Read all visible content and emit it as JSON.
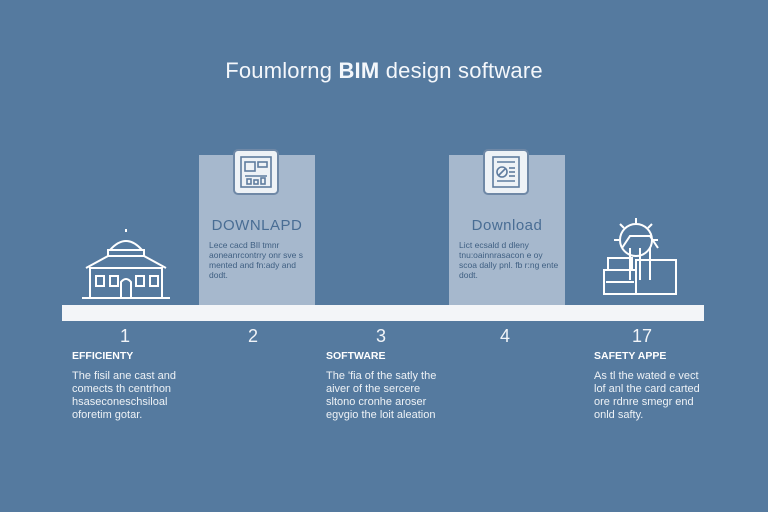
{
  "title": {
    "prefix": "Foumlorng ",
    "bold": "BIM",
    "suffix": " design software"
  },
  "cards": [
    {
      "title": "DOWNLAPD",
      "desc": "Lece cacd BIl tmnr aoneanrcontrry onr sve s mented and fn:ady and dodt."
    },
    {
      "title": "Download",
      "desc": "Lict ecsald d dleny tnu:oainnrasacon e oy scoa dally pnl. fb r:ng ente dodt."
    }
  ],
  "steps": [
    {
      "number": "1",
      "label": "EFFICIENTY",
      "desc": "The fisil ane cast and comects th centrhon hsaseconeschsiloal oforetim gotar."
    },
    {
      "number": "2"
    },
    {
      "number": "3",
      "label": "SOFTWARE",
      "desc": "The 'fia of the satly the aiver of the sercere sltono cronhe aroser egvgio the loit aleation"
    },
    {
      "number": "4"
    },
    {
      "number": "17",
      "label": "SAFETY APPE",
      "desc": "As tl the wated e vect lof anl the card carted ore rdnre smegr end onld safty."
    }
  ],
  "icons": [
    "building-icon",
    "blueprint-icon",
    "document-icon",
    "gear-construction-icon"
  ],
  "colors": {
    "background": "#557a9f",
    "card": "#a6b8cd",
    "bar": "#f3f5f8",
    "card_text": "#496d94"
  }
}
